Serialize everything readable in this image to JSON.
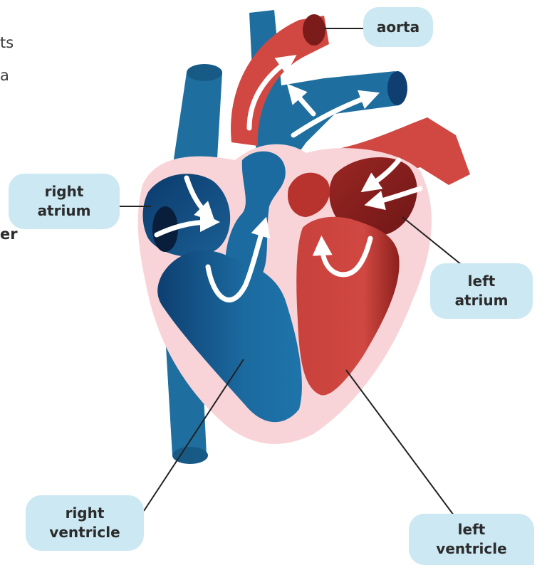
{
  "colors": {
    "vein_blue": "#1e6f9f",
    "blue_dark": "#0e3f70",
    "artery_red": "#d14842",
    "red_dark": "#7c1c1a",
    "pericardium_pink": "#f8d4d8",
    "label_bg": "#cbe8f3",
    "arrow": "#ffffff",
    "leader_line": "#222222"
  },
  "cropped_text": {
    "fragment_1": "ts",
    "fragment_2": "a",
    "fragment_3": "er"
  },
  "labels": {
    "aorta": {
      "lines": [
        "aorta"
      ]
    },
    "right_atrium": {
      "lines": [
        "right",
        "atrium"
      ]
    },
    "left_atrium": {
      "lines": [
        "left",
        "atrium"
      ]
    },
    "right_ventricle": {
      "lines": [
        "right",
        "ventricle"
      ]
    },
    "left_ventricle": {
      "lines": [
        "left",
        "ventricle"
      ]
    }
  }
}
